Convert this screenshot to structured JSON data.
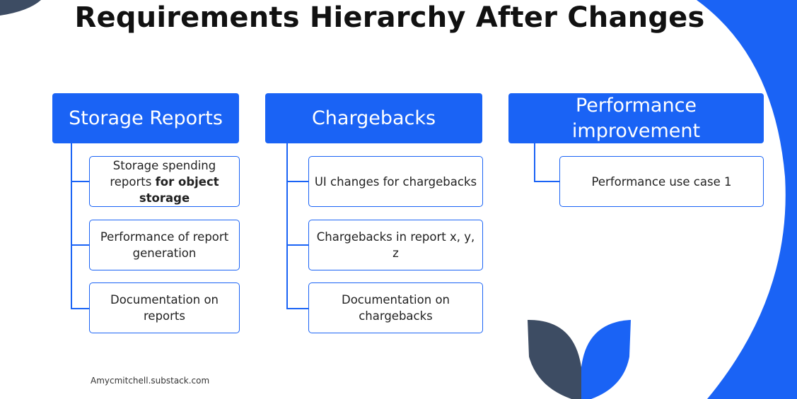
{
  "title": "Requirements Hierarchy After Changes",
  "columns": [
    {
      "header": "Storage Reports",
      "children": [
        {
          "text": "Storage spending reports ",
          "bold": "for object storage"
        },
        {
          "text": "Performance of report generation"
        },
        {
          "text": "Documentation on reports"
        }
      ]
    },
    {
      "header": "Chargebacks",
      "children": [
        {
          "text": "UI changes for chargebacks"
        },
        {
          "text": "Chargebacks in report x, y, z"
        },
        {
          "text": "Documentation on chargebacks"
        }
      ]
    },
    {
      "header": "Performance improvement",
      "children": [
        {
          "text": "Performance use case 1"
        }
      ]
    }
  ],
  "footer": "Amycmitchell.substack.com",
  "colors": {
    "accent": "#1a63f5",
    "slate": "#3d4c63",
    "text": "#111111"
  }
}
